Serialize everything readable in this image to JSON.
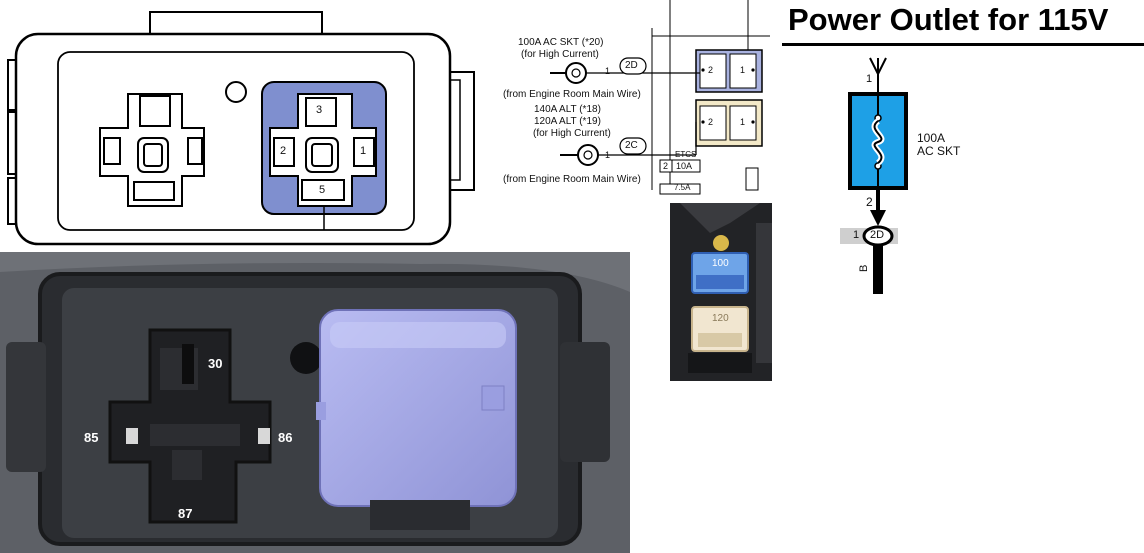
{
  "title": "Power Outlet for 115V",
  "relay_block": {
    "pins": {
      "p1": "1",
      "p2": "2",
      "p3": "3",
      "p5": "5"
    }
  },
  "relay_photo": {
    "pins": {
      "p30": "30",
      "p85": "85",
      "p86": "86",
      "p87": "87"
    }
  },
  "wiring": {
    "fuse1_label_a": "100A AC SKT (*20)",
    "fuse1_label_b": "(for High Current)",
    "fuse1_pin": "1",
    "fuse1_connector": "2D",
    "fuse1_from": "(from Engine Room Main Wire)",
    "fuse1_box_left": "2",
    "fuse1_box_right": "1",
    "fuse2_label_a": "140A ALT (*18)",
    "fuse2_label_b": "120A ALT (*19)",
    "fuse2_label_c": "(for High Current)",
    "fuse2_pin": "1",
    "fuse2_connector": "2C",
    "fuse2_from": "(from Engine Room Main Wire)",
    "fuse2_box_left": "2",
    "fuse2_box_right": "1",
    "etcs_label": "ETCS",
    "etcs_pin": "2",
    "etcs_rating": "10A",
    "small_rating": "7.5A"
  },
  "fuse_photo": {
    "top_fuse": "100",
    "bottom_fuse": "120"
  },
  "schematic": {
    "pin_top": "1",
    "fuse_rating": "100A",
    "fuse_name": "AC SKT",
    "pin_bottom": "2",
    "connector_pin": "1",
    "connector": "2D",
    "wire_color": "B"
  },
  "colors": {
    "relay_highlight": "#7f8fcf",
    "fuse1_box": "#a9b2e0",
    "fuse2_box": "#f3e9c8",
    "schematic_fuse": "#1ea0e6",
    "relay_cap": "#a6a9e6"
  }
}
